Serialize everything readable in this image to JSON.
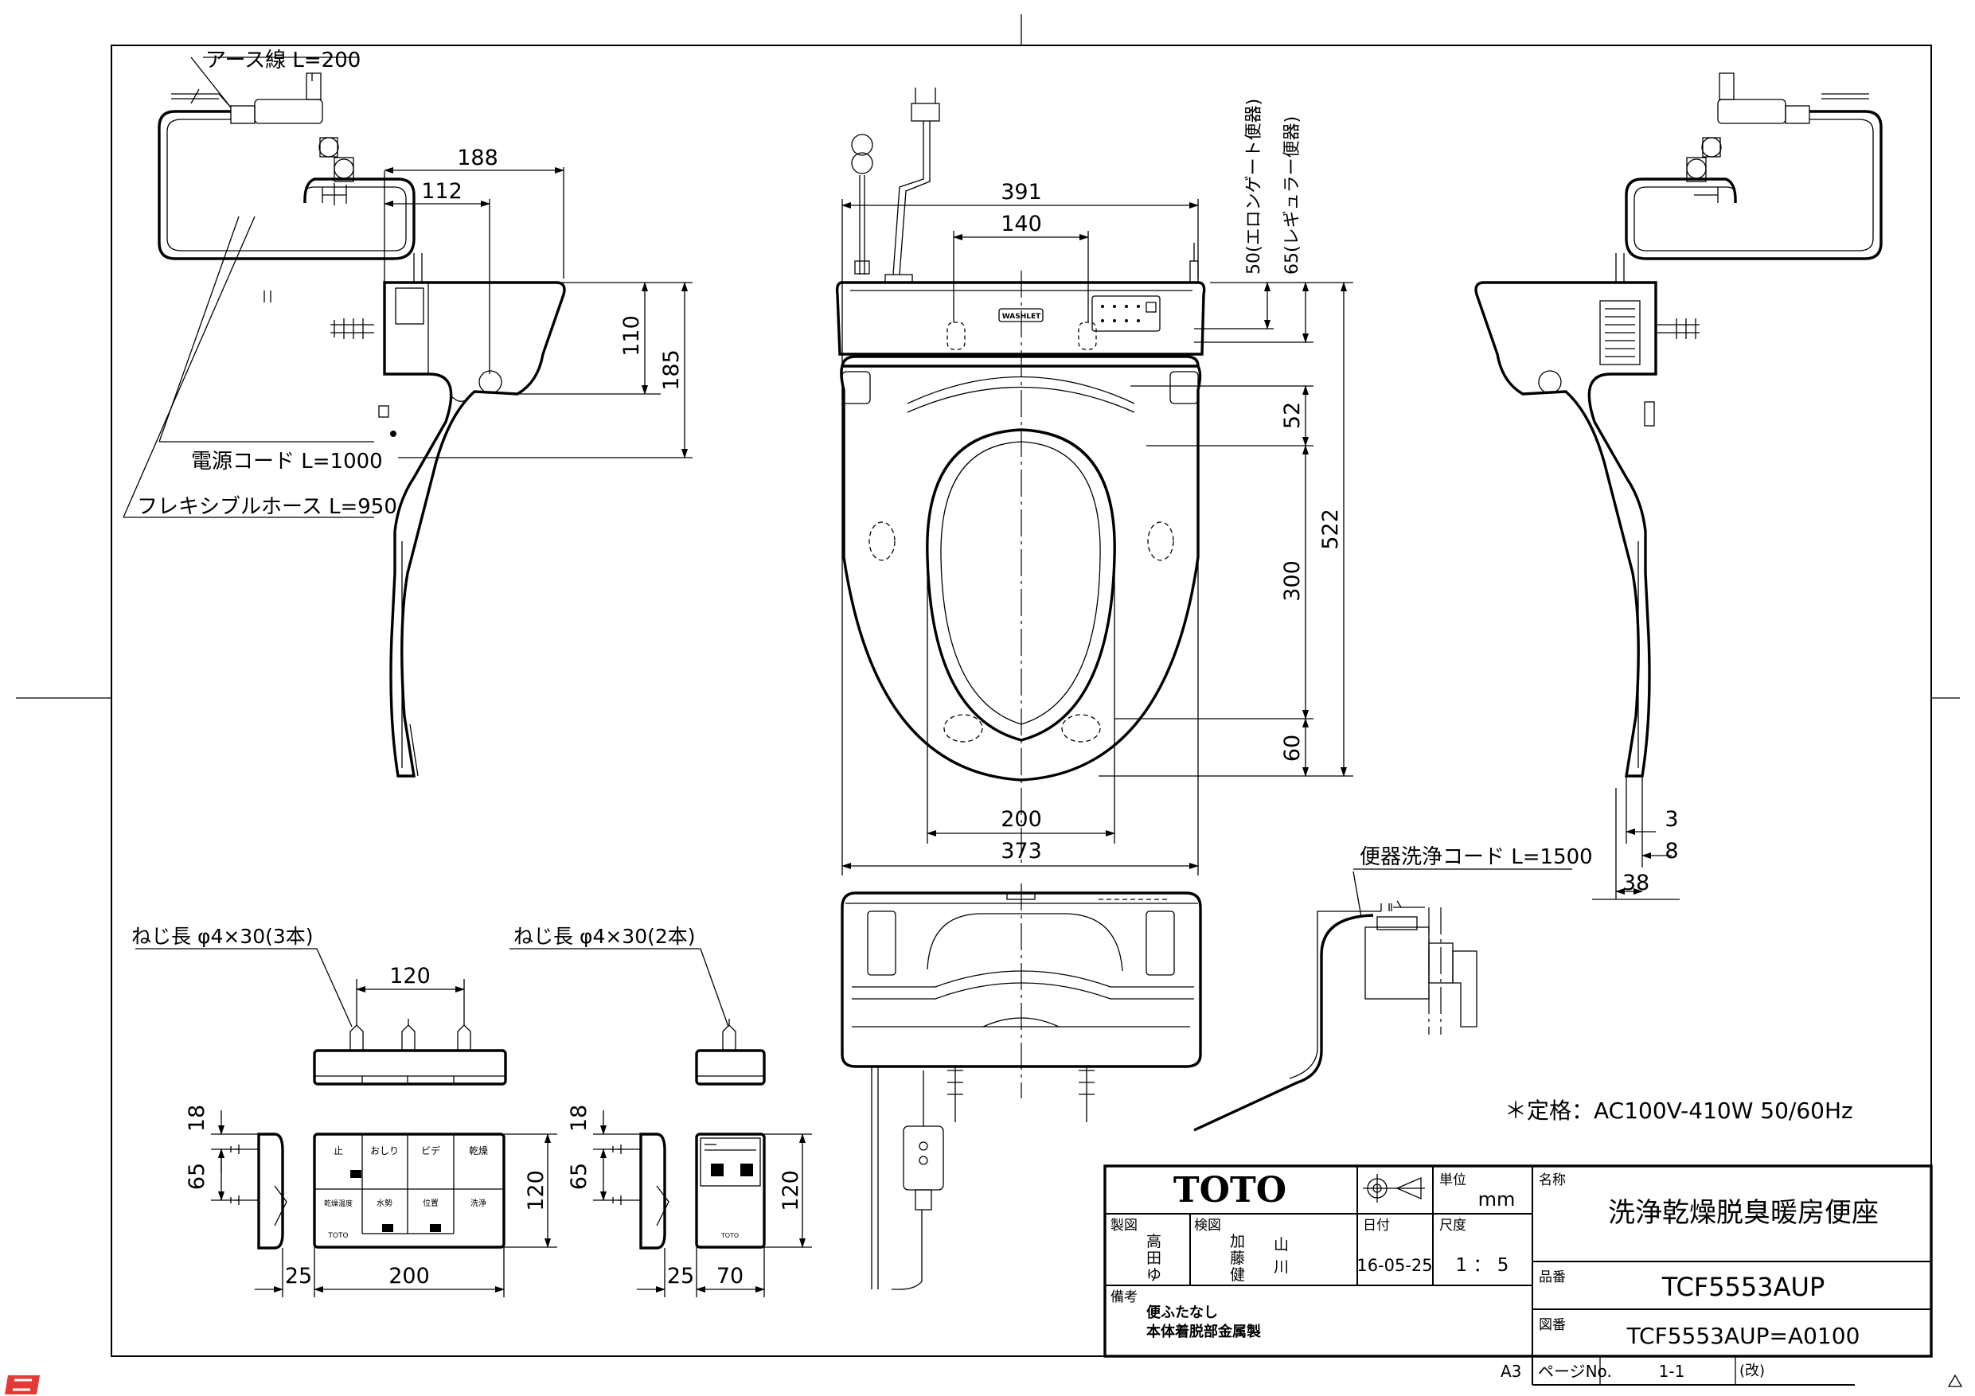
{
  "leader_labels": {
    "earth_wire": "アース線 L=200",
    "power_cord": "電源コード L=1000",
    "flex_hose": "フレキシブルホース L=950",
    "toilet_cord": "便器洗浄コード L=1500",
    "screw_left": "ねじ長 φ4×30(3本)",
    "screw_right": "ねじ長 φ4×30(2本)",
    "elongated": "50(エロンゲート便器)",
    "regular": "65(レギュラー便器)"
  },
  "dimensions": {
    "d188": "188",
    "d112": "112",
    "d110": "110",
    "d185": "185",
    "d391": "391",
    "d140": "140",
    "d52": "52",
    "d522": "522",
    "d300": "300",
    "d60": "60",
    "d200": "200",
    "d373": "373",
    "d3": "3",
    "d8": "8",
    "d38": "38",
    "d120a": "120",
    "d18a": "18",
    "d65a": "65",
    "d120b": "120",
    "d25a": "25",
    "d200b": "200",
    "d18b": "18",
    "d65b": "65",
    "d120c": "120",
    "d25b": "25",
    "d70": "70"
  },
  "rating": "＊定格：AC100V-410W 50/60Hz",
  "remote": {
    "top_row": [
      "止",
      "おしり",
      "ビデ",
      "乾燥"
    ],
    "bottom_row": [
      "水勢",
      "位置",
      "洗浄",
      "乾燥温度"
    ],
    "brand": "TOTO",
    "washlet": "WASHLET"
  },
  "title_block": {
    "brand": "TOTO",
    "unit_label": "単位",
    "unit_value": "mm",
    "name_label": "名称",
    "name_value": "洗浄乾燥脱臭暖房便座",
    "drawn_label": "製図",
    "drawn_by": [
      "高",
      "田",
      "ゆ"
    ],
    "check_label": "検図",
    "checked_by_1": [
      "加",
      "藤",
      "健"
    ],
    "checked_by_2": [
      "山",
      "川"
    ],
    "date_label": "日付",
    "date_value": "16-05-25",
    "scale_label": "尺度",
    "scale_value": "1 ： 5",
    "part_label": "品番",
    "part_value": "TCF5553AUP",
    "notes_label": "備考",
    "notes": [
      "便ふたなし",
      "本体着脱部金属製"
    ],
    "drawing_label": "図番",
    "drawing_value": "TCF5553AUP=A0100",
    "paper_size": "A3",
    "page_label": "ページNo.",
    "page_value": "1-1",
    "revision_label": "(改)"
  }
}
